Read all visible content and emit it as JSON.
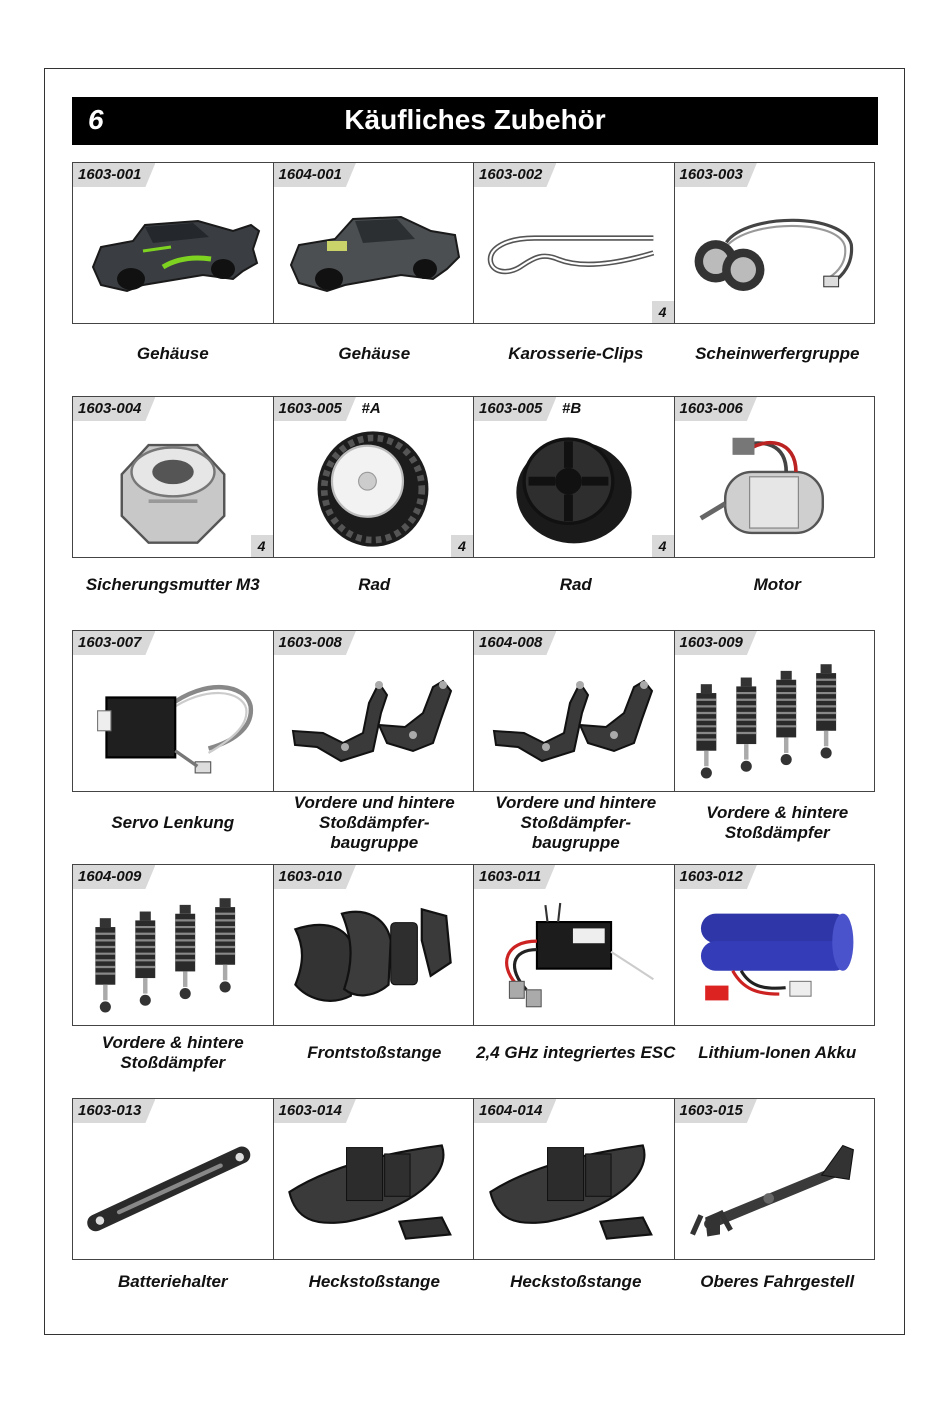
{
  "header": {
    "number": "6",
    "title": "Käufliches Zubehör"
  },
  "rows": [
    {
      "items": [
        {
          "code": "1603-001",
          "variant": "",
          "qty": "",
          "name": "Gehäuse",
          "icon": "car-body-green-icon"
        },
        {
          "code": "1604-001",
          "variant": "",
          "qty": "",
          "name": "Gehäuse",
          "icon": "car-body-grey-icon"
        },
        {
          "code": "1603-002",
          "variant": "",
          "qty": "4",
          "name": "Karosserie-Clips",
          "icon": "body-clip-icon"
        },
        {
          "code": "1603-003",
          "variant": "",
          "qty": "",
          "name": "Scheinwerfergruppe",
          "icon": "headlight-icon"
        }
      ]
    },
    {
      "items": [
        {
          "code": "1603-004",
          "variant": "",
          "qty": "4",
          "name": "Sicherungsmutter M3",
          "icon": "lock-nut-icon"
        },
        {
          "code": "1603-005",
          "variant": "#A",
          "qty": "4",
          "name": "Rad",
          "icon": "wheel-white-icon"
        },
        {
          "code": "1603-005",
          "variant": "#B",
          "qty": "4",
          "name": "Rad",
          "icon": "wheel-black-icon"
        },
        {
          "code": "1603-006",
          "variant": "",
          "qty": "",
          "name": "Motor",
          "icon": "motor-icon"
        }
      ]
    },
    {
      "items": [
        {
          "code": "1603-007",
          "variant": "",
          "qty": "",
          "name": "Servo Lenkung",
          "icon": "servo-icon"
        },
        {
          "code": "1603-008",
          "variant": "",
          "qty": "",
          "name": "Vordere und hintere Stoßdämpfer- baugruppe",
          "icon": "shock-tower-icon"
        },
        {
          "code": "1604-008",
          "variant": "",
          "qty": "",
          "name": "Vordere und hintere Stoßdämpfer- baugruppe",
          "icon": "shock-tower-icon"
        },
        {
          "code": "1603-009",
          "variant": "",
          "qty": "",
          "name": "Vordere & hintere Stoßdämpfer",
          "icon": "shock-absorber-icon"
        }
      ]
    },
    {
      "items": [
        {
          "code": "1604-009",
          "variant": "",
          "qty": "",
          "name": "Vordere & hintere Stoßdämpfer",
          "icon": "shock-absorber-icon"
        },
        {
          "code": "1603-010",
          "variant": "",
          "qty": "",
          "name": "Frontstoßstange",
          "icon": "front-bumper-icon"
        },
        {
          "code": "1603-011",
          "variant": "",
          "qty": "",
          "name": "2,4 GHz integriertes ESC",
          "icon": "esc-icon"
        },
        {
          "code": "1603-012",
          "variant": "",
          "qty": "",
          "name": "Lithium-Ionen Akku",
          "icon": "battery-icon"
        }
      ]
    },
    {
      "items": [
        {
          "code": "1603-013",
          "variant": "",
          "qty": "",
          "name": "Batteriehalter",
          "icon": "battery-holder-icon"
        },
        {
          "code": "1603-014",
          "variant": "",
          "qty": "",
          "name": "Heckstoßstange",
          "icon": "rear-bumper-icon"
        },
        {
          "code": "1604-014",
          "variant": "",
          "qty": "",
          "name": "Heckstoßstange",
          "icon": "rear-bumper-icon"
        },
        {
          "code": "1603-015",
          "variant": "",
          "qty": "",
          "name": "Oberes Fahrgestell",
          "icon": "upper-chassis-icon"
        }
      ]
    }
  ]
}
